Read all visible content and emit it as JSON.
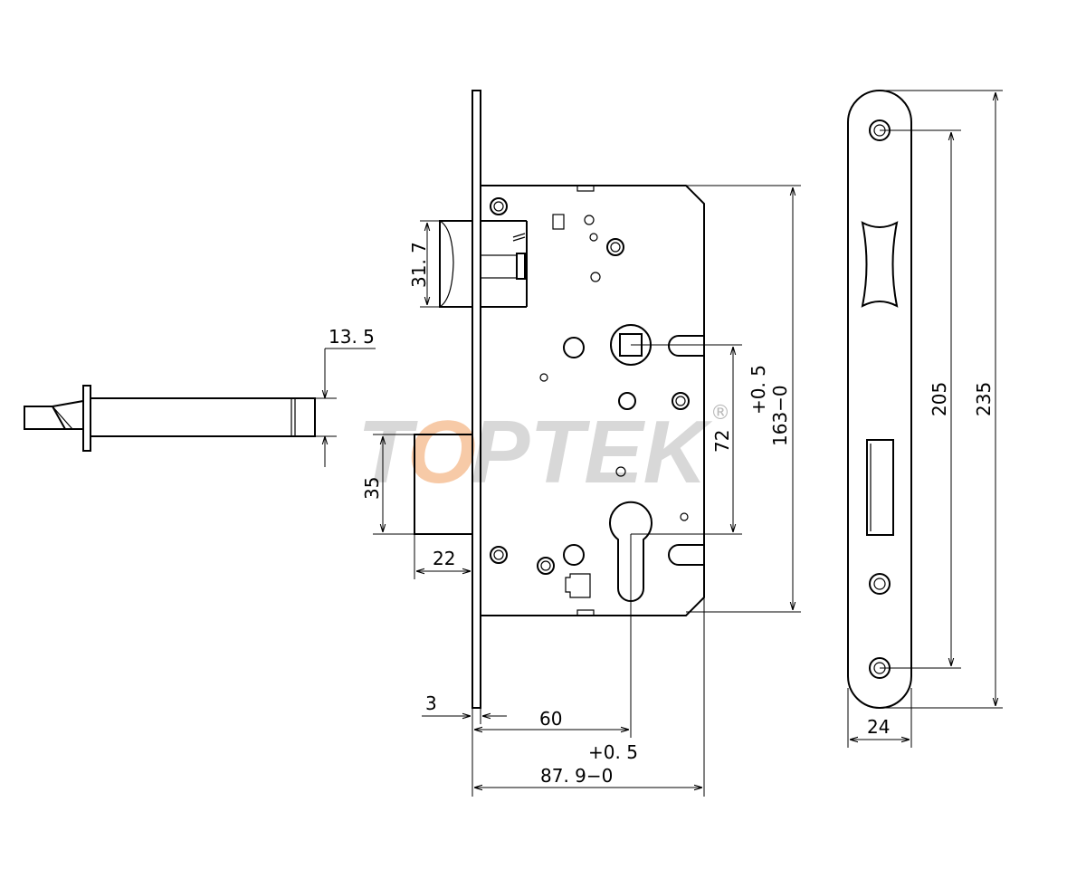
{
  "watermark": {
    "brand_head": "T",
    "brand_accent": "O",
    "brand_tail": "PTEK",
    "registered_mark": "®",
    "accent_color": "#f3a86e",
    "main_color": "#b9b9b9"
  },
  "dimensions": {
    "latch_bolt_height": "31. 7",
    "spindle_square": "13. 5",
    "deadbolt_height": "35",
    "deadbolt_throw": "22",
    "faceplate_thickness": "3",
    "backset": "60",
    "case_depth_tolerance": "+0. 5",
    "case_depth": "87. 9−0",
    "center_distance": "72",
    "case_height_tolerance": "+0. 5",
    "case_height": "163−0",
    "strike_hole_spacing": "205",
    "strike_height": "235",
    "strike_width": "24"
  }
}
